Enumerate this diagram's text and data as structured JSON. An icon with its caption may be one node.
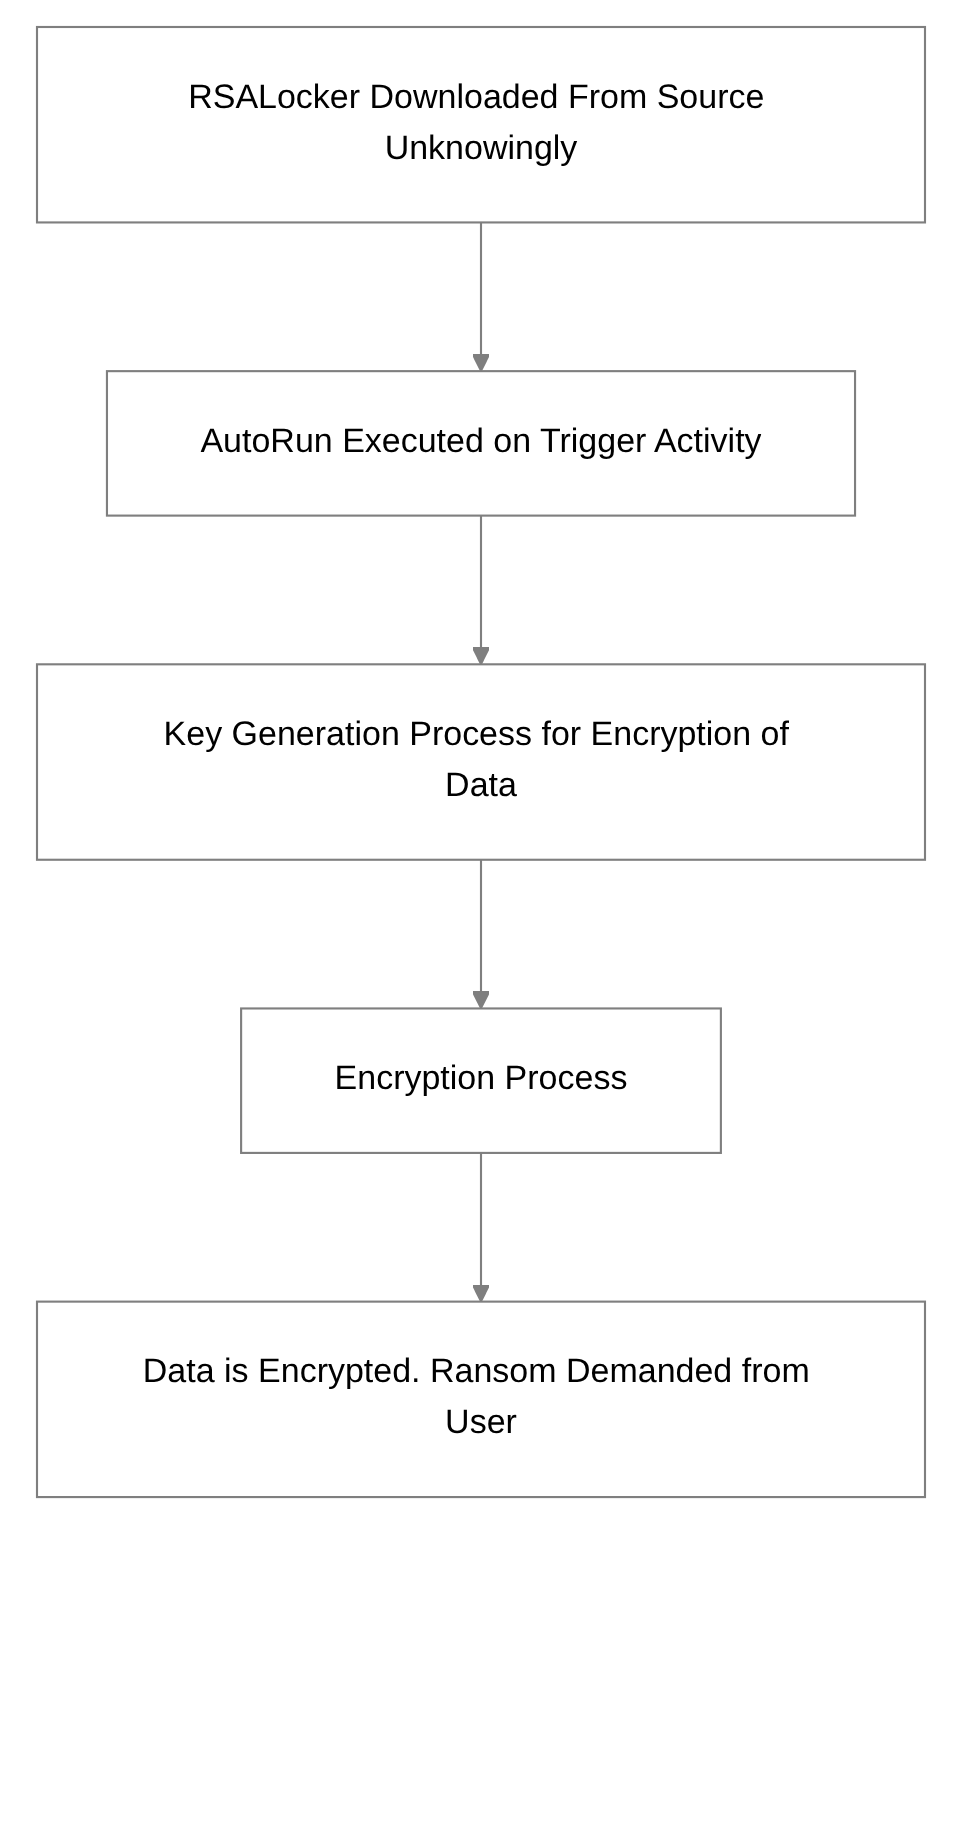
{
  "diagram": {
    "nodes": [
      {
        "text": [
          "RSALocker Downloaded From Source Unknowingly"
        ]
      },
      {
        "text": [
          "AutoRun Executed on Trigger Activity"
        ]
      },
      {
        "text": [
          "Key Generation Process for Encryption of Data"
        ]
      },
      {
        "text": [
          "Encryption Process"
        ]
      },
      {
        "text": [
          "Data is Encrypted. Ransom Demanded from User"
        ]
      }
    ],
    "edges": [
      {
        "from": 0,
        "to": 1,
        "arrow": "to"
      },
      {
        "from": 1,
        "to": 2,
        "arrow": "to"
      },
      {
        "from": 2,
        "to": 3,
        "arrow": "to"
      },
      {
        "from": 3,
        "to": 4,
        "arrow": "to"
      }
    ]
  }
}
